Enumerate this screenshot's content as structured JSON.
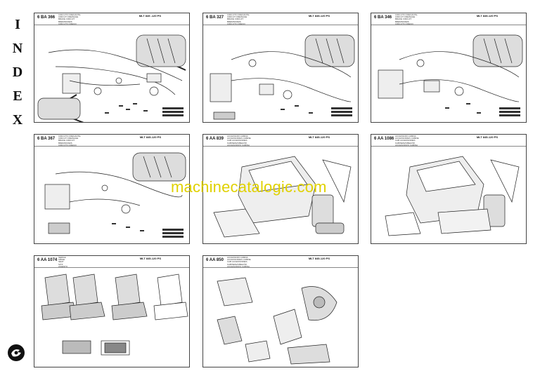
{
  "index_title_letters": [
    "I",
    "N",
    "D",
    "E",
    "X"
  ],
  "watermark": "machinecatalogic.com",
  "panels": [
    {
      "code": "6 BA 366",
      "titles": [
        "CIRCUITO FRENANTE",
        "CIRCUIT FREINAGE",
        "BRAKE CIRCUIT",
        "BREMSKREIS",
        "CIRCUITO FRENO"
      ],
      "ref": "MLT 845 -120 PS"
    },
    {
      "code": "6 BA 327",
      "titles": [
        "CIRCUITO FRENANTE",
        "CIRCUIT FREINAGE",
        "BRAKE CIRCUIT",
        "BREMSKREIS",
        "CIRCUITO FRENO"
      ],
      "ref": "MLT 845-120 PS"
    },
    {
      "code": "6 BA 346",
      "titles": [
        "CIRCUITO FRENANTE",
        "CIRCUIT FREINAGE",
        "BRAKE CIRCUIT",
        "BREMSKREIS",
        "CIRCUITO FRENO"
      ],
      "ref": "MLT 845-120 PS"
    },
    {
      "code": "6 BA 367",
      "titles": [
        "CIRCUITO FRENANTE",
        "CIRCUIT FREINAGE",
        "BRAKE CIRCUIT",
        "BREMSKREIS",
        "CIRCUITO FRENO"
      ],
      "ref": "MLT 845-120 PS"
    },
    {
      "code": "6 AA 839",
      "titles": [
        "ACCESSORI CABINA",
        "ACCESSOIRES CABINE",
        "CAB ACCESSORIES",
        "KABINENZUBEHÖR",
        "ACCESORIOS CABINA"
      ],
      "ref": "MLT 845-120 PS"
    },
    {
      "code": "6 AA 1086",
      "titles": [
        "ACCESSORI CABINA",
        "ACCESSOIRES CABINE",
        "CAB ACCESSORIES",
        "KABINENZUBEHÖR",
        "ACCESORIOS CABINA"
      ],
      "ref": "MLT 845-120 PS"
    },
    {
      "code": "6 AA 1074",
      "titles": [
        "SEDILE",
        "SIÈGE",
        "SEAT",
        "SITZ",
        "ASIENTO"
      ],
      "ref": "MLT 845-120 PS"
    },
    {
      "code": "6 AA 850",
      "titles": [
        "ACCESSORI CABINA",
        "ACCESSOIRES CABINE",
        "CAB ACCESSORIES",
        "KABINENZUBEHÖR",
        "ACCESORIOS CABINA"
      ],
      "ref": "MLT 845-120 PS"
    }
  ]
}
